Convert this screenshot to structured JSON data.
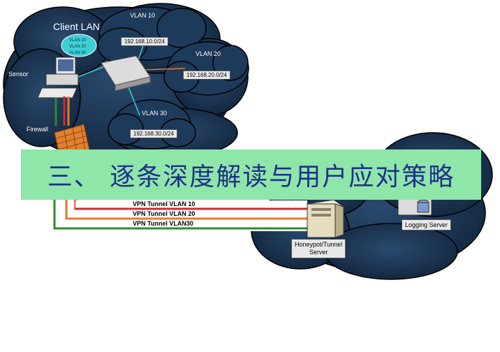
{
  "network": {
    "client_lan": "Client LAN",
    "sensor": "Sensor",
    "firewall": "Firewall",
    "legend_vlans": [
      "VLAN 10",
      "VLAN 20",
      "VLAN 30"
    ],
    "vlan10": {
      "name": "VLAN 10",
      "subnet": "192.168.10.0/24"
    },
    "vlan20": {
      "name": "VLAN 20",
      "subnet": "192.168.20.0/24"
    },
    "vlan30": {
      "name": "VLAN 30",
      "subnet": "192.168.30.0/24"
    },
    "tunnels": [
      {
        "label": "VPN Tunnel  VLAN 10",
        "color": "#d42a2a"
      },
      {
        "label": "VPN Tunnel VLAN 20",
        "color": "#e87a2a"
      },
      {
        "label": "VPN Tunnel VLAN30",
        "color": "#2f8a2f"
      }
    ],
    "honeypot": "Honeypot/Tunnel\nServer",
    "logging": "Logging Server"
  },
  "colors": {
    "cloud": "#1b3553",
    "banner_bg": "#8ee6a9",
    "banner_text": "#1e2f8a"
  },
  "banner": {
    "title": "三、 逐条深度解读与用户应对策略"
  }
}
